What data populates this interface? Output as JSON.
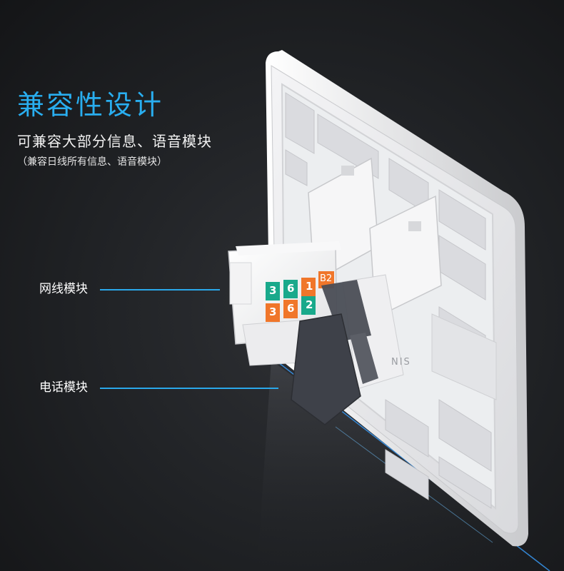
{
  "headline": {
    "title": "兼容性设计",
    "subtitle": "可兼容大部分信息、语音模块",
    "note": "（兼容日线所有信息、语音模块）"
  },
  "callouts": [
    {
      "label": "网线模块"
    },
    {
      "label": "电话模块"
    }
  ],
  "module_labels": {
    "top_left": "B2",
    "row1": [
      "3",
      "6",
      "1"
    ],
    "row2": [
      "3",
      "6",
      "2"
    ],
    "latch_text": "NIS"
  },
  "colors": {
    "title": "#29aef0",
    "callout_line": "#2aa8ea",
    "teal_pin": "#19a98b",
    "orange_pin": "#f0762a",
    "background": "#1f2124"
  }
}
